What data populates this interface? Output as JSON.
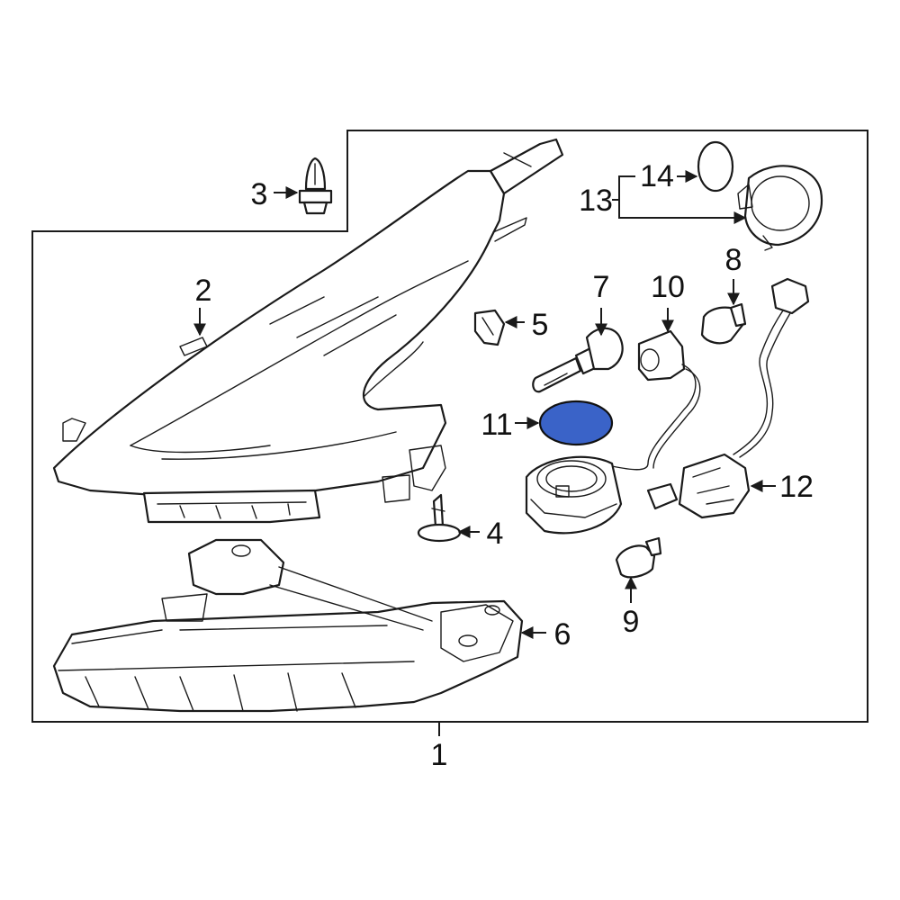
{
  "callouts": {
    "c1": "1",
    "c2": "2",
    "c3": "3",
    "c4": "4",
    "c5": "5",
    "c6": "6",
    "c7": "7",
    "c8": "8",
    "c9": "9",
    "c10": "10",
    "c11": "11",
    "c12": "12",
    "c13": "13",
    "c14": "14"
  },
  "colors": {
    "line": "#1a1a1a",
    "highlight_fill": "#3a63c8",
    "highlight_stroke": "#111111"
  },
  "highlighted_part": "11"
}
